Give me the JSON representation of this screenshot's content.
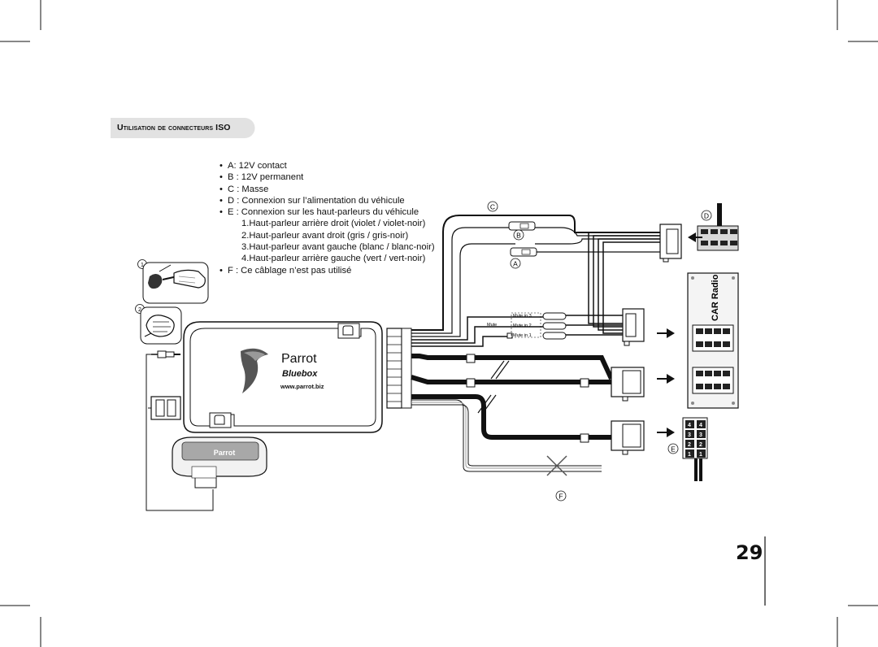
{
  "section_title": "Utilisation de connecteurs ISO",
  "legend": {
    "items": [
      {
        "text": "A: 12V contact"
      },
      {
        "text": "B : 12V permanent"
      },
      {
        "text": "C : Masse"
      },
      {
        "text": "D : Connexion sur l’alimentation du véhicule"
      },
      {
        "text": "E : Connexion sur les haut-parleurs du véhicule"
      },
      {
        "text": "F : Ce câblage n’est pas utilisé"
      }
    ],
    "speaker_lines": [
      "1.Haut-parleur arrière droit (violet / violet-noir)",
      "2.Haut-parleur avant droit (gris / gris-noir)",
      "3.Haut-parleur avant gauche (blanc / blanc-noir)",
      "4.Haut-parleur arrière gauche (vert / vert-noir)"
    ]
  },
  "diagram": {
    "labels": {
      "a": "A",
      "b": "B",
      "c": "C",
      "d": "D",
      "e": "E",
      "f": "F"
    },
    "step_numbers": {
      "one": "1",
      "two": "2"
    },
    "mute": {
      "main": "Mute",
      "in3": "Mute in 3",
      "in2": "Mute in 2",
      "in1": "Mute in 1"
    },
    "bluebox": {
      "brand": "Parrot",
      "product": "Bluebox",
      "url": "www.parrot.biz"
    },
    "remote_brand": "Parrot",
    "car_radio": "CAR Radio",
    "pin_numbers": {
      "p4": "4",
      "p3": "3",
      "p2": "2",
      "p1": "1"
    }
  },
  "page_number": "29"
}
